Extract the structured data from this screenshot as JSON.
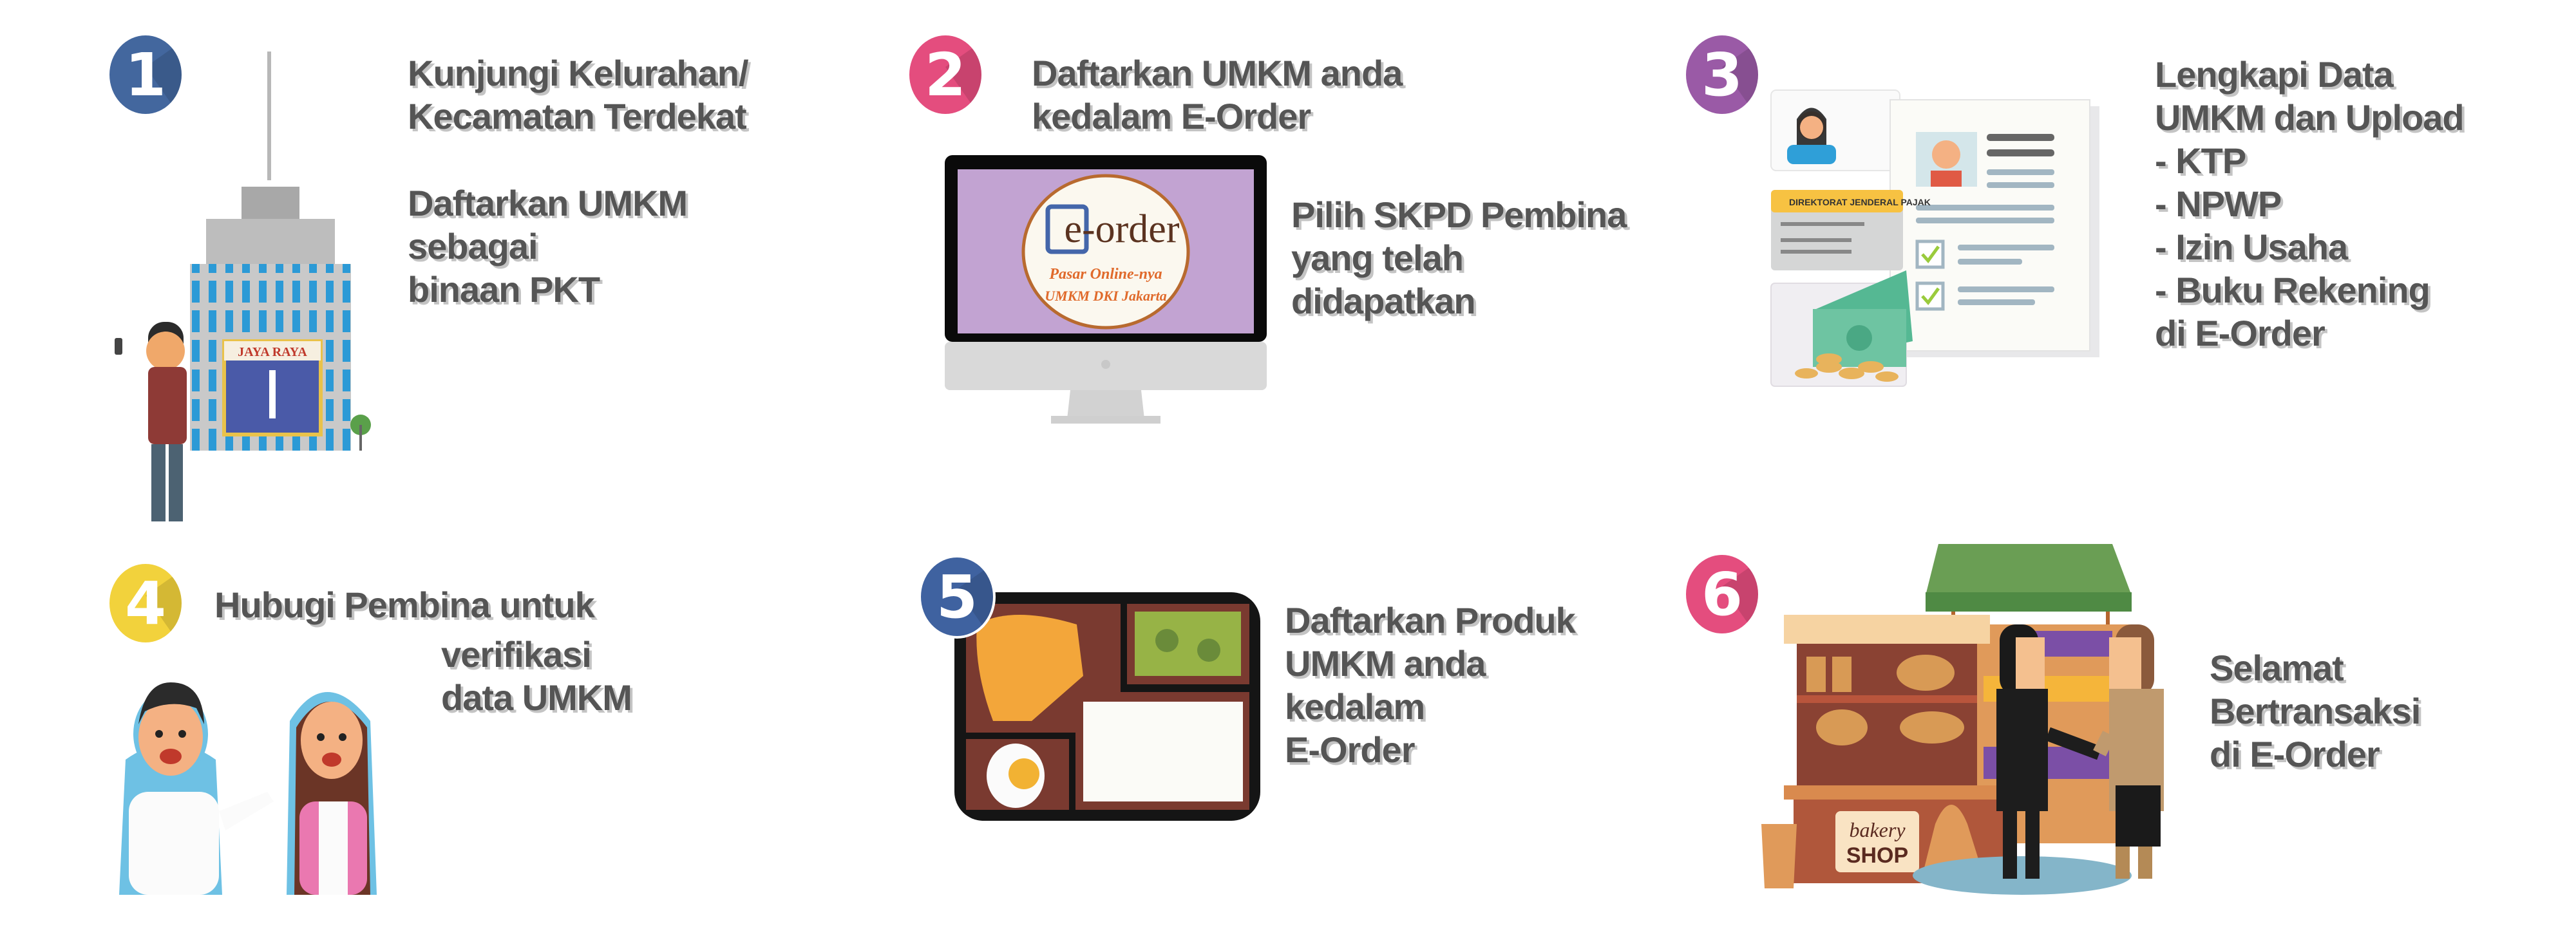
{
  "steps": [
    {
      "number": "1",
      "color": "#43679e",
      "lines": [
        "Kunjungi Kelurahan/",
        "Kecamatan Terdekat"
      ],
      "lines2": [
        "Daftarkan UMKM",
        "sebagai",
        "binaan PKT"
      ],
      "illustration": {
        "banner": "JAYA RAYA"
      }
    },
    {
      "number": "2",
      "color": "#e44d7e",
      "lines": [
        "Daftarkan UMKM anda",
        "kedalam E-Order"
      ],
      "lines2": [
        "Pilih SKPD Pembina",
        "yang telah",
        "didapatkan"
      ],
      "illustration": {
        "logo_title": "e-order",
        "logo_sub1": "Pasar Online-nya",
        "logo_sub2": "UMKM DKI Jakarta"
      }
    },
    {
      "number": "3",
      "color": "#9a5aa6",
      "lines": [
        "Lengkapi Data",
        "UMKM dan Upload",
        "- KTP",
        "- NPWP",
        "- Izin Usaha",
        "- Buku Rekening",
        "di E-Order"
      ],
      "illustration": {
        "card_header": "DIREKTORAT JENDERAL PAJAK"
      }
    },
    {
      "number": "4",
      "color": "#f2d23c",
      "lines": [
        "Hubugi Pembina untuk"
      ],
      "lines2": [
        "verifikasi",
        "data UMKM"
      ]
    },
    {
      "number": "5",
      "color": "#3f62a0",
      "lines": [
        "Daftarkan Produk",
        "UMKM anda",
        "kedalam",
        "E-Order"
      ]
    },
    {
      "number": "6",
      "color": "#e44d7e",
      "lines": [
        "Selamat",
        "Bertransaksi",
        "di E-Order"
      ],
      "illustration": {
        "sign_line1": "bakery",
        "sign_line2": "SHOP"
      }
    }
  ]
}
